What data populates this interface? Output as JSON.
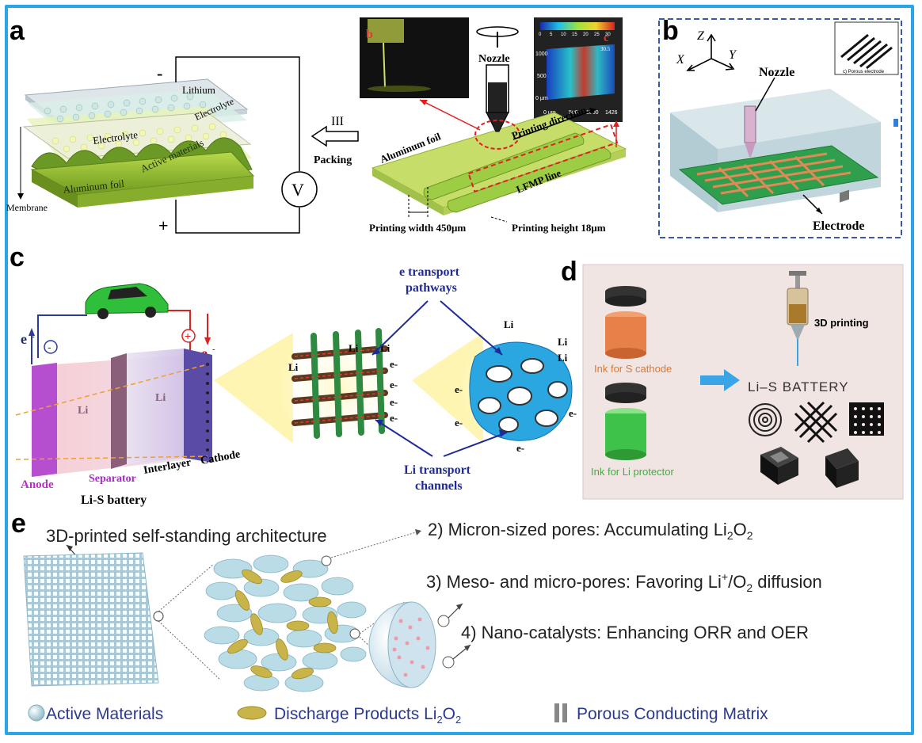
{
  "panels": {
    "a": {
      "letter": "a",
      "lithium": "Lithium",
      "electrolyte_top": "Electrolyte",
      "electrolyte": "Electrolyte",
      "active_materials": "Active materials",
      "aluminum_foil": "Aluminum foil",
      "membrane": "Membrane",
      "minus": "-",
      "plus": "+",
      "voltmeter": "V",
      "step": "III",
      "packing": "Packing",
      "inset_b": "b",
      "inset_c": "c",
      "nozzle": "Nozzle",
      "printing_direction": "Printing direction",
      "aluminum_foil_right": "Aluminum foil",
      "lfmp_line": "LFMP line",
      "printing_width": "Printing width 450μm",
      "printing_height": "Printing height 18μm",
      "colorbar_ticks": [
        "0",
        "5",
        "10",
        "15",
        "20",
        "25",
        "30"
      ],
      "map_y_ticks": [
        "1000",
        "500",
        "0 μm"
      ],
      "map_x_ticks": [
        "0 μm",
        "500",
        "1000",
        "1426"
      ],
      "map_max": "30.5",
      "colorbar_unit": "μm"
    },
    "b": {
      "letter": "b",
      "z": "Z",
      "x": "X",
      "y": "Y",
      "nozzle": "Nozzle",
      "electrode": "Electrode",
      "inset_label": "c) Porous electrode"
    },
    "c": {
      "letter": "c",
      "e_left": "e",
      "e_right": "e",
      "minus_sign": "-",
      "plus_sign": "+",
      "li_plus": "Li",
      "anode": "Anode",
      "separator": "Separator",
      "interlayer": "Interlayer",
      "cathode": "Cathode",
      "battery": "Li-S battery",
      "e_transport": "e transport",
      "pathways": "pathways",
      "li_transport": "Li transport",
      "channels": "channels",
      "e_minus": "e-"
    },
    "d": {
      "letter": "d",
      "ink_s": "Ink for S cathode",
      "ink_li": "Ink for Li protector",
      "printing": "3D printing",
      "battery": "Li–S BATTERY"
    },
    "e": {
      "letter": "e",
      "architecture": "3D-printed self-standing architecture",
      "item2": "2) Micron-sized pores: Accumulating Li",
      "item3": "3) Meso- and micro-pores: Favoring Li",
      "item3_tail": "/O",
      "item3_end": " diffusion",
      "item4": "4) Nano-catalysts: Enhancing ORR and OER",
      "legend_active": "Active Materials",
      "legend_discharge": "Discharge Products Li",
      "legend_matrix": "Porous Conducting Matrix"
    }
  },
  "colors": {
    "frame": "#29a6e6",
    "foil_green": "#8cc63f",
    "legend_text": "#2b3a8f"
  }
}
